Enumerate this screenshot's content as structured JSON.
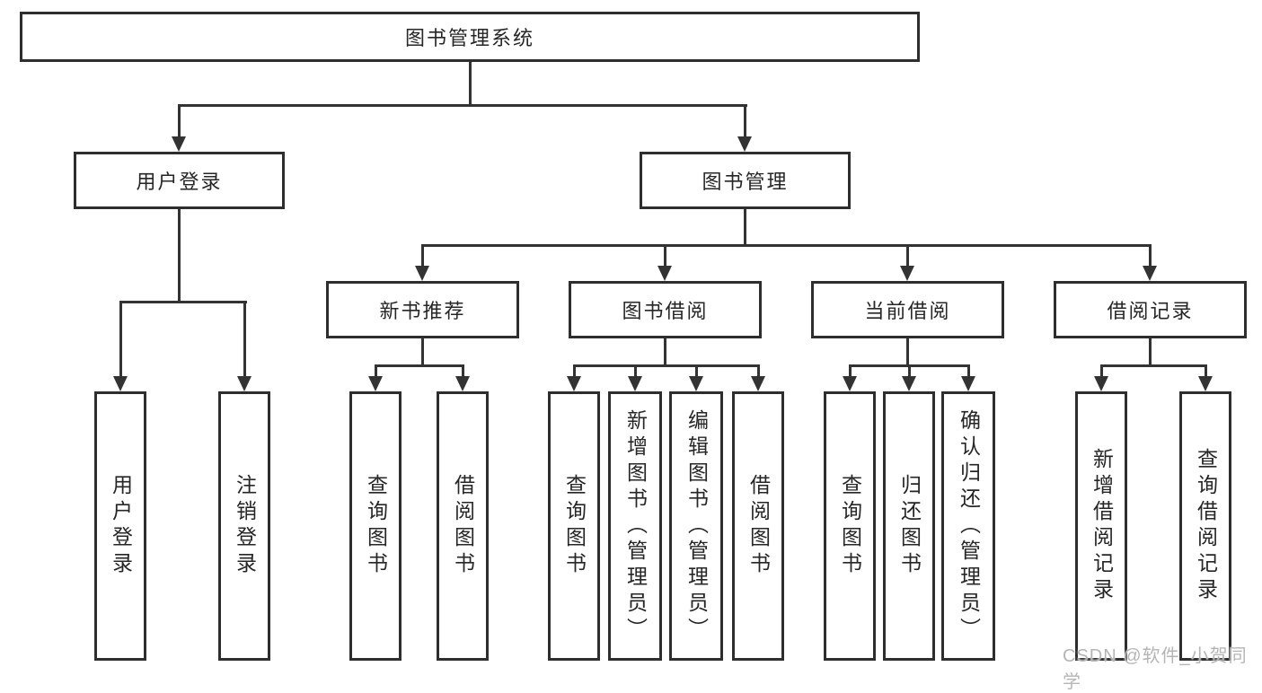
{
  "tree": {
    "label": "图书管理系统",
    "children": [
      {
        "label": "用户登录",
        "children": [
          {
            "label": "用户登录"
          },
          {
            "label": "注销登录"
          }
        ]
      },
      {
        "label": "图书管理",
        "children": [
          {
            "label": "新书推荐",
            "children": [
              {
                "label": "查询图书"
              },
              {
                "label": "借阅图书"
              }
            ]
          },
          {
            "label": "图书借阅",
            "children": [
              {
                "label": "查询图书"
              },
              {
                "label": "新增图书（管理员）"
              },
              {
                "label": "编辑图书（管理员）"
              },
              {
                "label": "借阅图书"
              }
            ]
          },
          {
            "label": "当前借阅",
            "children": [
              {
                "label": "查询图书"
              },
              {
                "label": "归还图书"
              },
              {
                "label": "确认归还（管理员）"
              }
            ]
          },
          {
            "label": "借阅记录",
            "children": [
              {
                "label": "新增借阅记录"
              },
              {
                "label": "查询借阅记录"
              }
            ]
          }
        ]
      }
    ]
  },
  "watermark": "CSDN @软件_小贺同学",
  "colors": {
    "line": "#333333",
    "box_border": "#2e2e2e",
    "box_fill": "#ffffff",
    "text": "#262626",
    "watermark": "#b5b5b5"
  }
}
